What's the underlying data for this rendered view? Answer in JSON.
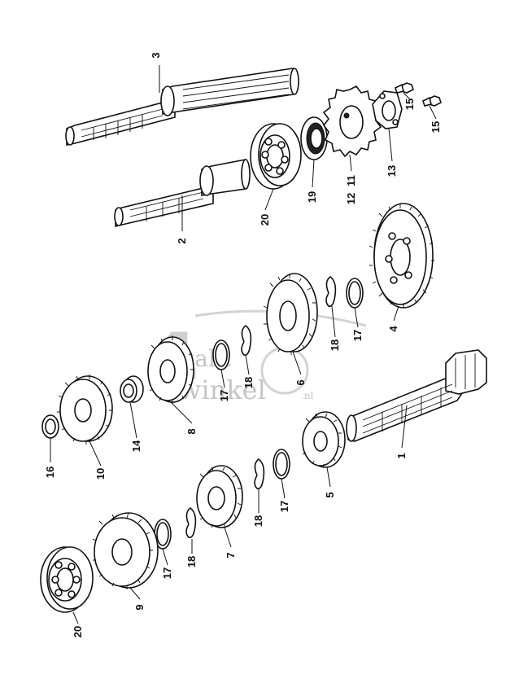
{
  "watermark": {
    "digit": "4",
    "line1": "takt",
    "line2": "winkel",
    "suffix": ".nl"
  },
  "callouts": [
    {
      "id": "c3",
      "label": "3"
    },
    {
      "id": "c15a",
      "label": "15"
    },
    {
      "id": "c15b",
      "label": "15"
    },
    {
      "id": "c19",
      "label": "19"
    },
    {
      "id": "c11",
      "label": "11"
    },
    {
      "id": "c12",
      "label": "12"
    },
    {
      "id": "c13",
      "label": "13"
    },
    {
      "id": "c20a",
      "label": "20"
    },
    {
      "id": "c2",
      "label": "2"
    },
    {
      "id": "c4",
      "label": "4"
    },
    {
      "id": "c17a",
      "label": "17"
    },
    {
      "id": "c18a",
      "label": "18"
    },
    {
      "id": "c6",
      "label": "6"
    },
    {
      "id": "c17b",
      "label": "17"
    },
    {
      "id": "c18b",
      "label": "18"
    },
    {
      "id": "c8",
      "label": "8"
    },
    {
      "id": "c14",
      "label": "14"
    },
    {
      "id": "c16",
      "label": "16"
    },
    {
      "id": "c10",
      "label": "10"
    },
    {
      "id": "c1",
      "label": "1"
    },
    {
      "id": "c5",
      "label": "5"
    },
    {
      "id": "c17c",
      "label": "17"
    },
    {
      "id": "c18c",
      "label": "18"
    },
    {
      "id": "c7",
      "label": "7"
    },
    {
      "id": "c17d",
      "label": "17"
    },
    {
      "id": "c18d",
      "label": "18"
    },
    {
      "id": "c9",
      "label": "9"
    },
    {
      "id": "c20b",
      "label": "20"
    }
  ]
}
